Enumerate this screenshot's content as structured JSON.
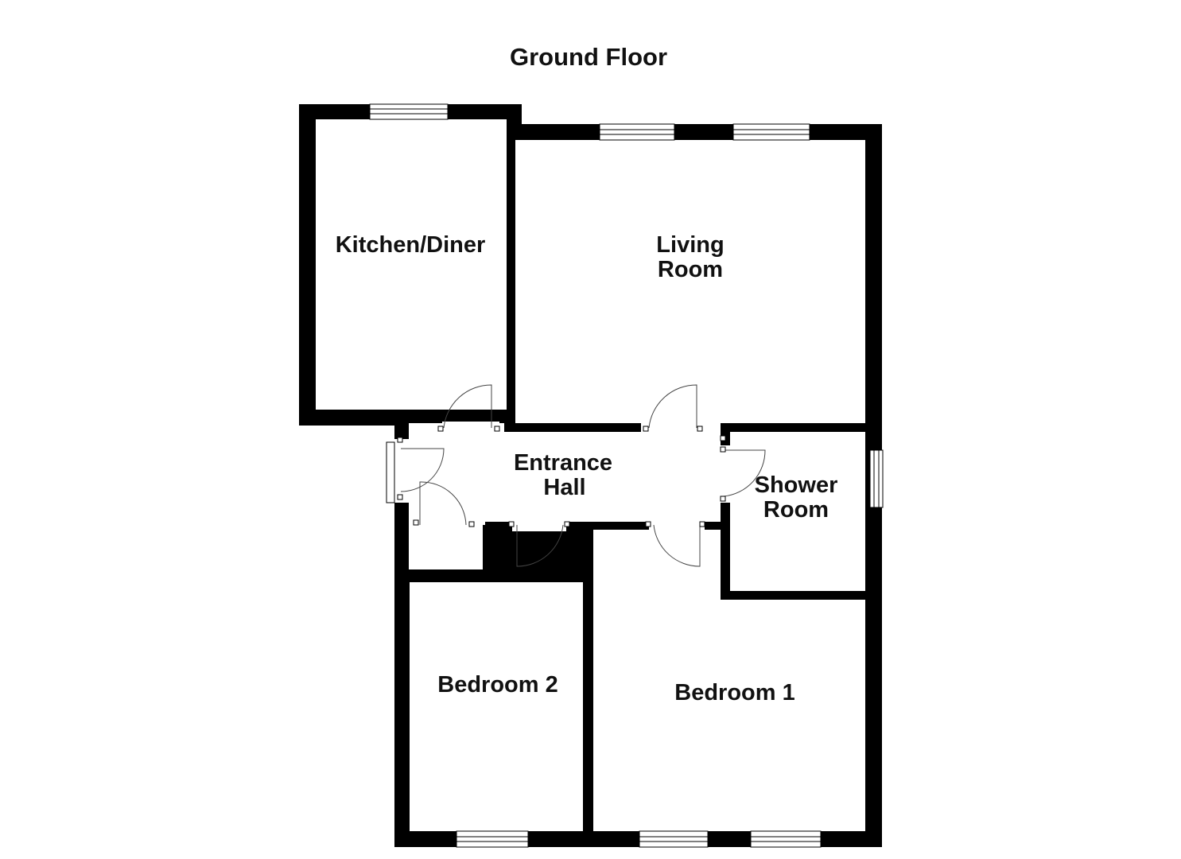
{
  "plan": {
    "title": "Ground Floor",
    "rooms": {
      "kitchen_diner": "Kitchen/Diner",
      "living_room_line1": "Living",
      "living_room_line2": "Room",
      "entrance_hall_line1": "Entrance",
      "entrance_hall_line2": "Hall",
      "shower_room_line1": "Shower",
      "shower_room_line2": "Room",
      "bedroom_2": "Bedroom 2",
      "bedroom_1": "Bedroom 1"
    }
  },
  "colors": {
    "wall": "#000000",
    "background": "#ffffff",
    "text": "#111111"
  }
}
